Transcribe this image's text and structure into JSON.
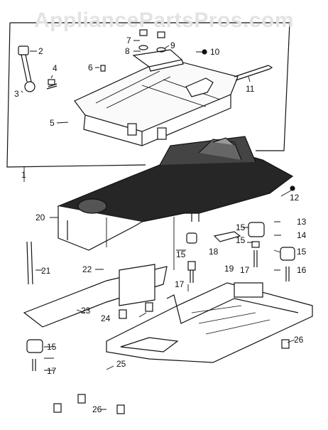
{
  "watermark": "AppliancePartsPros.com",
  "callouts": [
    "1",
    "2",
    "3",
    "4",
    "5",
    "6",
    "7",
    "8",
    "9",
    "10",
    "11",
    "12",
    "13",
    "14",
    "15",
    "15",
    "15",
    "15",
    "15",
    "16",
    "17",
    "17",
    "17",
    "18",
    "19",
    "20",
    "21",
    "22",
    "23",
    "24",
    "25",
    "26",
    "26"
  ],
  "colors": {
    "ink": "#111111",
    "body_dark": "#262626",
    "watermark": "#e3e3e3"
  }
}
